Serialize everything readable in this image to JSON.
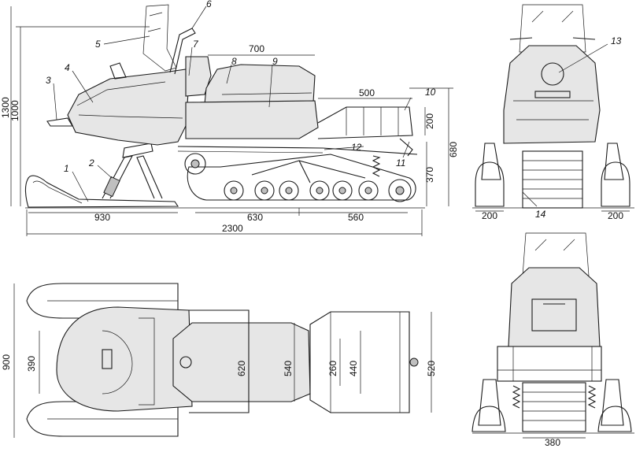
{
  "callouts": [
    "1",
    "2",
    "3",
    "4",
    "5",
    "6",
    "7",
    "8",
    "9",
    "10",
    "11",
    "12",
    "13",
    "14"
  ],
  "side_view_dims": {
    "seat_length": "700",
    "rear_rack": "500",
    "rack_height": "200",
    "overall_height": "1300",
    "windshield_height": "1000",
    "rear_height": "680",
    "hitch_height": "370",
    "ski_length": "930",
    "bogie_span_a": "630",
    "bogie_span_b": "560",
    "overall_length": "2300"
  },
  "front_view_dims": {
    "ski_width_left": "200",
    "ski_width_right": "200"
  },
  "rear_view_dims": {
    "track_width": "380"
  },
  "top_view_dims": {
    "overall_width": "900",
    "hood_width": "390",
    "body_width": "620",
    "seat_width": "540",
    "seat_narrow": "260",
    "rack_inner": "440",
    "rack_outer": "520"
  }
}
